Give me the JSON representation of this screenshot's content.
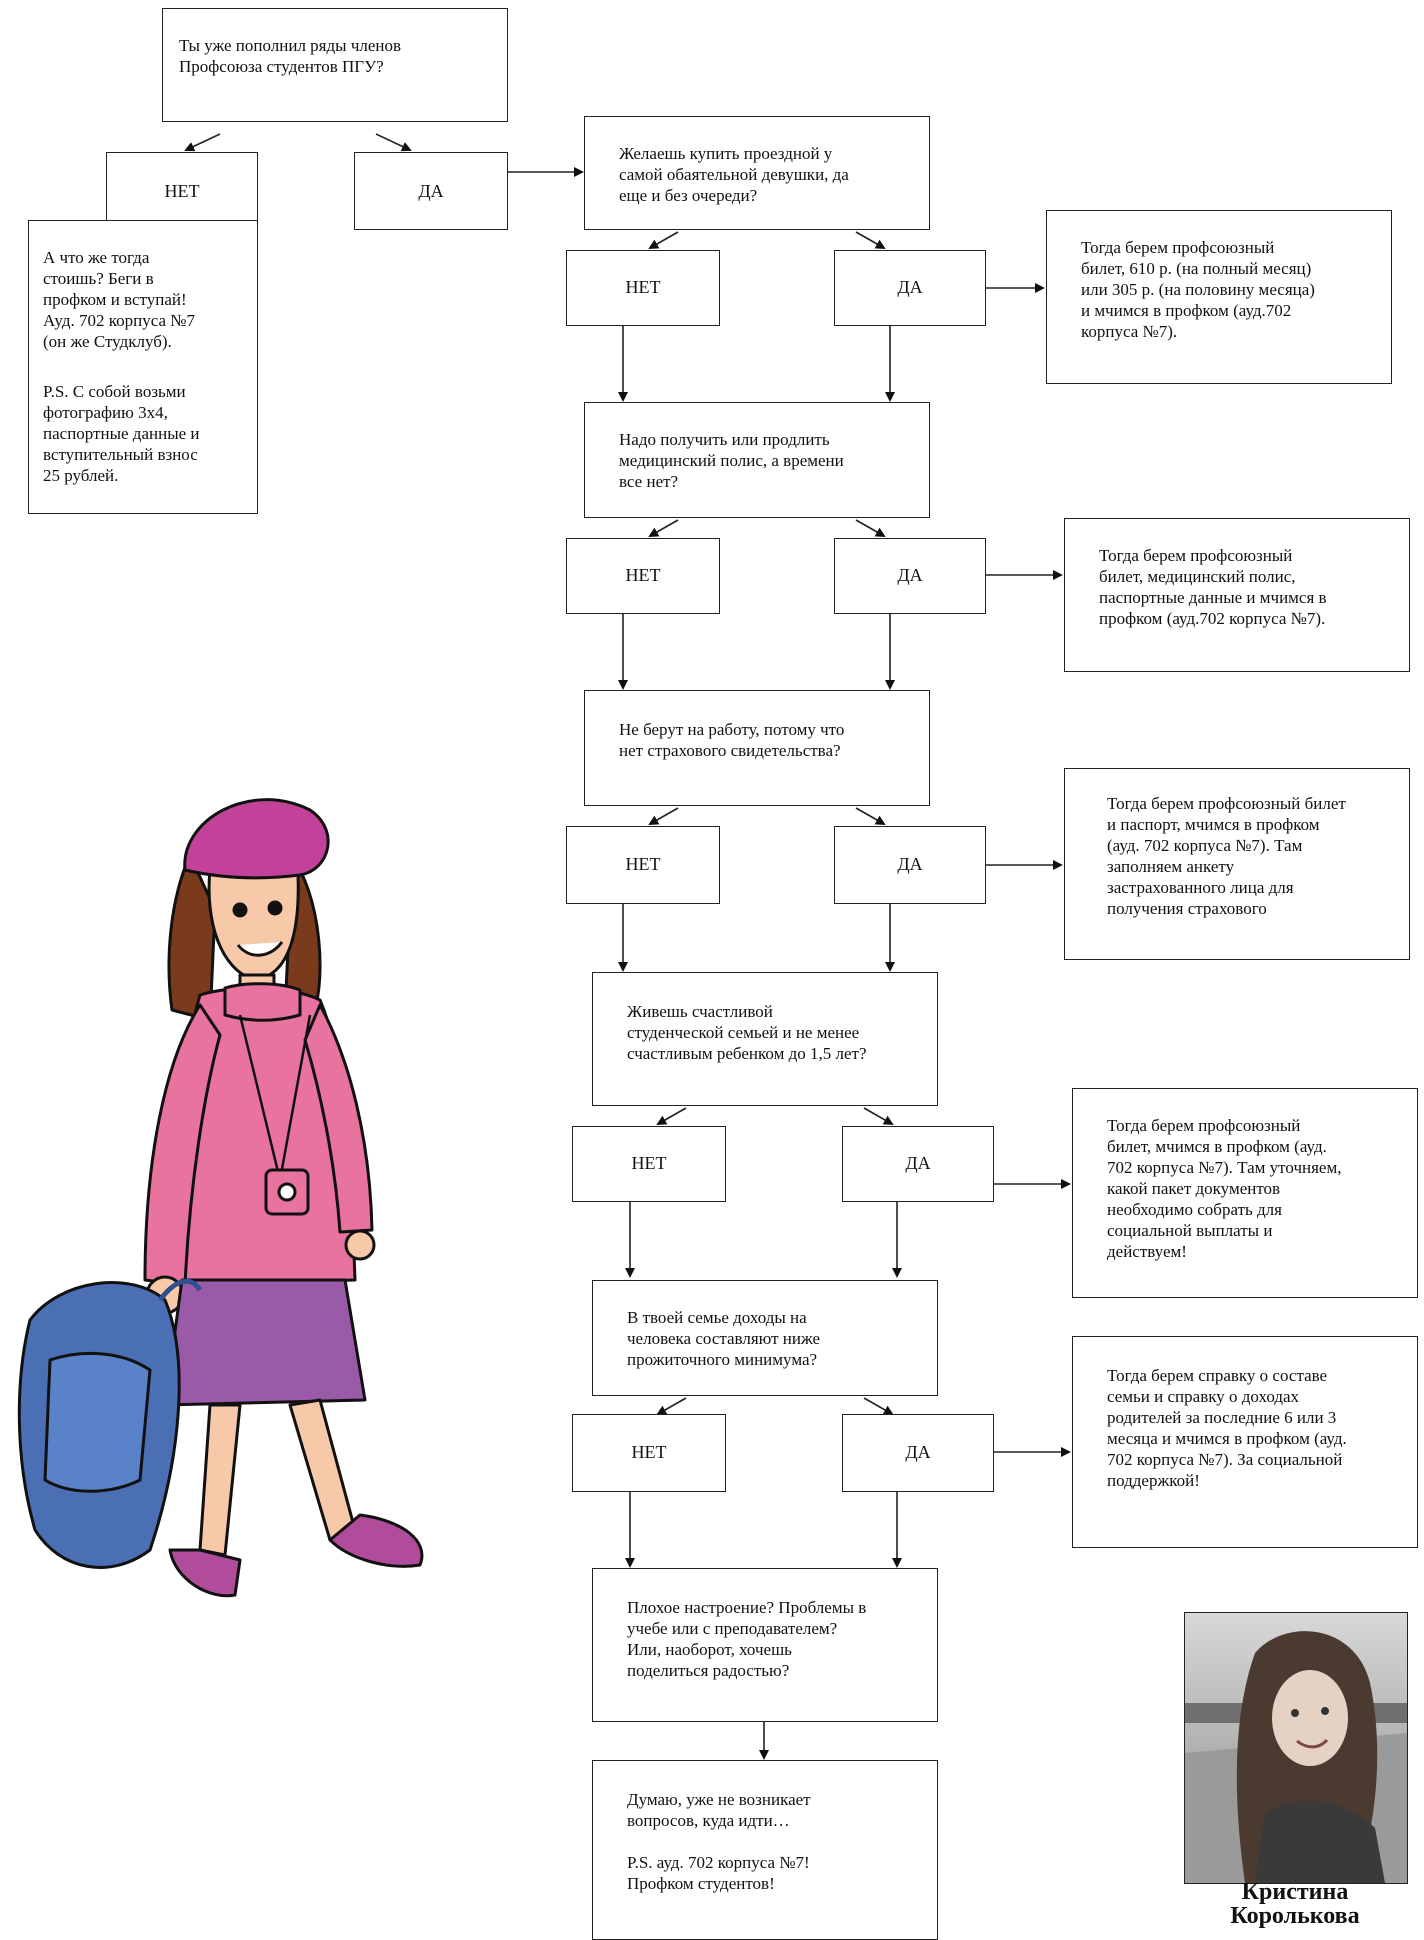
{
  "title_question": "Ты уже пополнил ряды членов\nПрофсоюза студентов ПГУ?",
  "no": "НЕТ",
  "yes": "ДА",
  "not_member_text": "А что же тогда\nстоишь? Беги в\nпрофком и вступай!\nАуд. 702 корпуса №7\n(он же Студклуб).",
  "not_member_ps": "P.S. С собой возьми\nфотографию 3х4,\nпаспортные данные и\nвступительный взнос\n25 рублей.",
  "questions": [
    "Желаешь купить проездной у\nсамой обаятельной девушки, да\nеще и без очереди?",
    "Надо получить или продлить\nмедицинский полис, а времени\nвсе нет?",
    "Не берут на работу, потому что\nнет страхового свидетельства?",
    "Живешь счастливой\nстуденческой семьей и не менее\nсчастливым ребенком до 1,5 лет?",
    "В твоей семье доходы на\nчеловека составляют ниже\nпрожиточного минимума?",
    "Плохое настроение? Проблемы в\nучебе или с преподавателем?\nИли, наоборот, хочешь\nподелиться радостью?"
  ],
  "answers": [
    "Тогда берем профсоюзный\nбилет, 610 р. (на полный месяц)\nили 305 р. (на половину месяца)\nи мчимся в профком (ауд.702\nкорпуса №7).",
    "Тогда берем профсоюзный\nбилет, медицинский полис,\nпаспортные данные и мчимся в\nпрофком (ауд.702 корпуса №7).",
    "Тогда берем профсоюзный билет\nи паспорт, мчимся в профком\n(ауд. 702 корпуса №7). Там\nзаполняем анкету\nзастрахованного лица для\nполучения страхового",
    "Тогда берем профсоюзный\nбилет, мчимся в профком (ауд.\n702 корпуса №7). Там уточняем,\nкакой пакет документов\nнеобходимо собрать для\nсоциальной выплаты и\nдействуем!",
    "Тогда берем справку о составе\nсемьи и справку о доходах\nродителей за последние 6 или 3\nмесяца и мчимся в профком (ауд.\n702 корпуса №7). За социальной\nподдержкой!"
  ],
  "final_text": "Думаю, уже не возникает\nвопросов, куда идти…\n\nP.S.  ауд. 702 корпуса №7!\nПрофком студентов!",
  "author_name": "Кристина\nКоролькова",
  "colors": {
    "line": "#222222",
    "beret": "#c2429a",
    "sweater": "#e8739e",
    "skirt": "#9a5aa8",
    "backpack": "#4a6fb5"
  }
}
